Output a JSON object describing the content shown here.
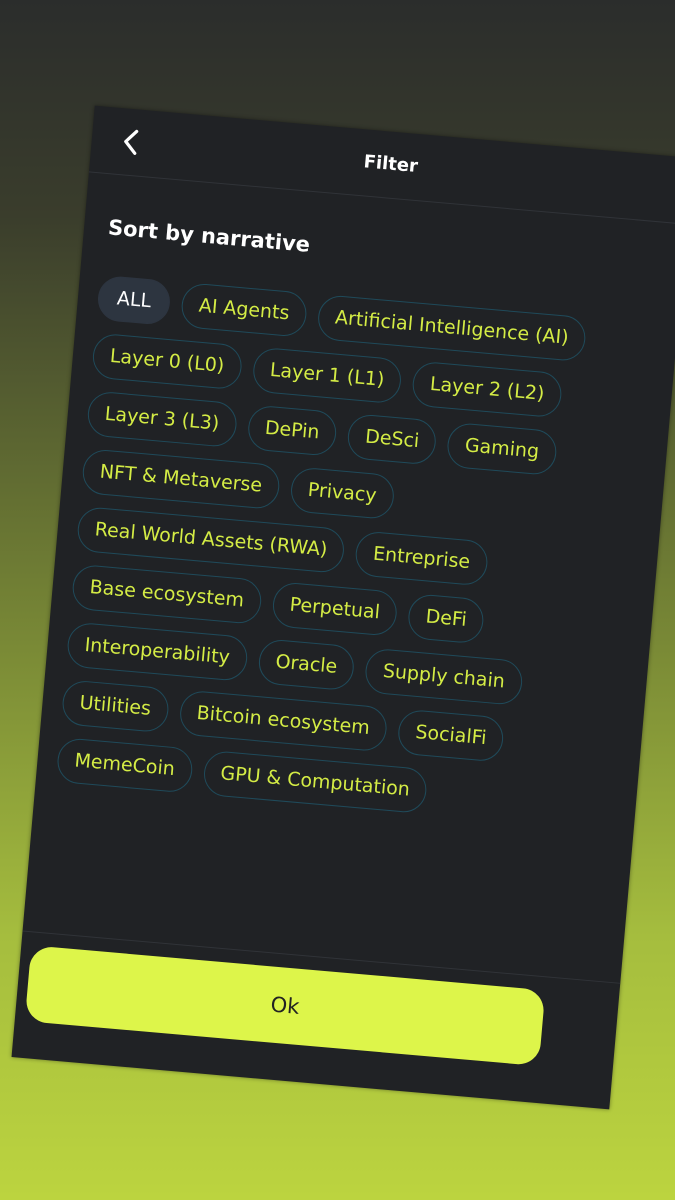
{
  "header": {
    "title": "Filter",
    "back_icon": "chevron-left-icon"
  },
  "section": {
    "title": "Sort by narrative"
  },
  "chips": [
    {
      "label": "ALL",
      "selected": true
    },
    {
      "label": "AI Agents",
      "selected": false
    },
    {
      "label": "Artificial Intelligence (AI)",
      "selected": false
    },
    {
      "label": "Layer 0 (L0)",
      "selected": false
    },
    {
      "label": "Layer 1 (L1)",
      "selected": false
    },
    {
      "label": "Layer 2 (L2)",
      "selected": false
    },
    {
      "label": "Layer 3 (L3)",
      "selected": false
    },
    {
      "label": "DePin",
      "selected": false
    },
    {
      "label": "DeSci",
      "selected": false
    },
    {
      "label": "Gaming",
      "selected": false
    },
    {
      "label": "NFT & Metaverse",
      "selected": false
    },
    {
      "label": "Privacy",
      "selected": false
    },
    {
      "label": "Real World Assets (RWA)",
      "selected": false
    },
    {
      "label": "Entreprise",
      "selected": false
    },
    {
      "label": "Base ecosystem",
      "selected": false
    },
    {
      "label": "Perpetual",
      "selected": false
    },
    {
      "label": "DeFi",
      "selected": false
    },
    {
      "label": "Interoperability",
      "selected": false
    },
    {
      "label": "Oracle",
      "selected": false
    },
    {
      "label": "Supply chain",
      "selected": false
    },
    {
      "label": "Utilities",
      "selected": false
    },
    {
      "label": "Bitcoin ecosystem",
      "selected": false
    },
    {
      "label": "SocialFi",
      "selected": false
    },
    {
      "label": "MemeCoin",
      "selected": false
    },
    {
      "label": "GPU & Computation",
      "selected": false
    }
  ],
  "footer": {
    "ok_label": "Ok"
  },
  "colors": {
    "panel_bg": "#202225",
    "chip_text": "#d4ec45",
    "chip_border": "#1f4a5a",
    "chip_selected_bg": "#2d3540",
    "button_bg": "#ddf54a"
  }
}
